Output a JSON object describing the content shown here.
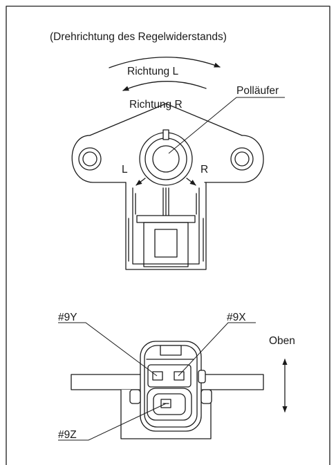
{
  "top_diagram": {
    "caption": "(Drehrichtung des Regelwiderstands)",
    "direction_left_label": "Richtung L",
    "direction_right_label": "Richtung R",
    "rotor_label": "Polläufer",
    "left_mark": "L",
    "right_mark": "R"
  },
  "bottom_diagram": {
    "pin_9y_label": "#9Y",
    "pin_9x_label": "#9X",
    "pin_9z_label": "#9Z",
    "orientation_label": "Oben"
  }
}
